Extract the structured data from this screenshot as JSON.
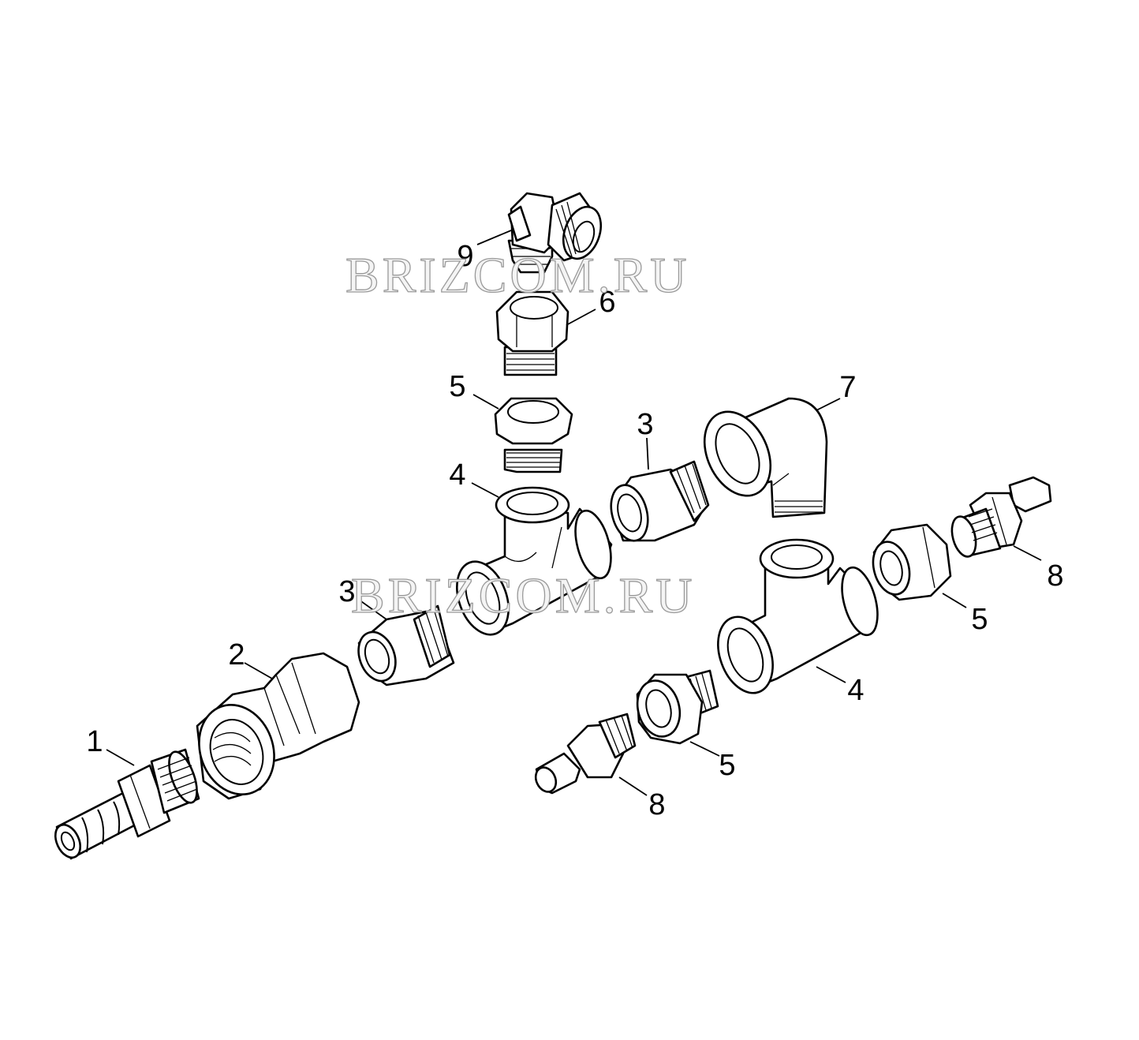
{
  "watermark": "BRIZCOM.RU",
  "callouts": [
    {
      "id": "1",
      "text": "1"
    },
    {
      "id": "2",
      "text": "2"
    },
    {
      "id": "3a",
      "text": "3"
    },
    {
      "id": "3b",
      "text": "3"
    },
    {
      "id": "4a",
      "text": "4"
    },
    {
      "id": "4b",
      "text": "4"
    },
    {
      "id": "5a",
      "text": "5"
    },
    {
      "id": "5b",
      "text": "5"
    },
    {
      "id": "5c",
      "text": "5"
    },
    {
      "id": "6",
      "text": "6"
    },
    {
      "id": "7",
      "text": "7"
    },
    {
      "id": "8a",
      "text": "8"
    },
    {
      "id": "8b",
      "text": "8"
    },
    {
      "id": "9",
      "text": "9"
    }
  ]
}
